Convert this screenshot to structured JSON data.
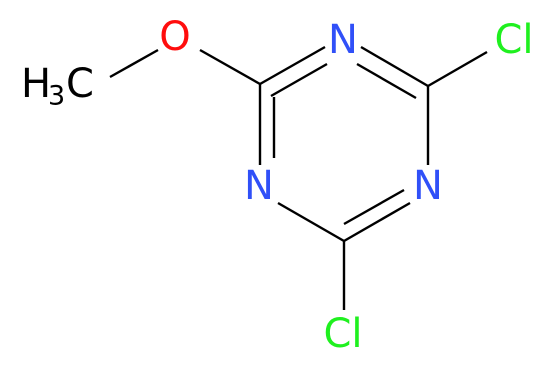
{
  "molecule": {
    "colors": {
      "nitrogen": "#3050F8",
      "oxygen": "#FF0D0D",
      "chlorine": "#1FF01F",
      "carbon": "#000000",
      "bond": "#000000",
      "background": "#FFFFFF"
    },
    "atoms": {
      "n_top": "N",
      "n_left": "N",
      "n_right": "N",
      "oxygen": "O",
      "cl_top": "Cl",
      "cl_bottom": "Cl",
      "methyl_h": "H",
      "methyl_sub": "3",
      "methyl_c": "C"
    }
  }
}
